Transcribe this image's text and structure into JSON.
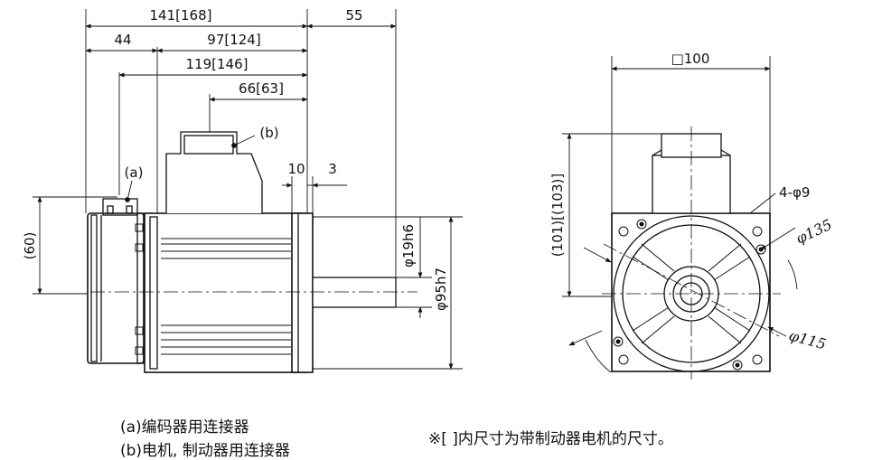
{
  "side_view": {
    "dims": {
      "overall_length": "141[168]",
      "shaft_length": "55",
      "rear_length": "44",
      "body_length": "97[124]",
      "flange_to_rear_connector": "119[146]",
      "flange_to_top_connector": "66[63]",
      "flange_thickness": "10",
      "shaft_step": "3",
      "shaft_dia": "φ19h6",
      "pilot_dia": "φ95h7",
      "connector_height": "(60)"
    },
    "callouts": {
      "encoder_connector": "(a)",
      "power_connector": "(b)"
    }
  },
  "front_view": {
    "dims": {
      "square": "□100",
      "height": "(101)[(103)]",
      "holes": "4-φ9",
      "pcd": "φ135",
      "flange_dia": "φ115"
    }
  },
  "notes": {
    "a": "(a)编码器用连接器",
    "b": "(b)电机, 制动器用连接器",
    "bracket": "※[ ]内尺寸为带制动器电机的尺寸。"
  },
  "colors": {
    "line": "#111111",
    "background": "#ffffff"
  }
}
